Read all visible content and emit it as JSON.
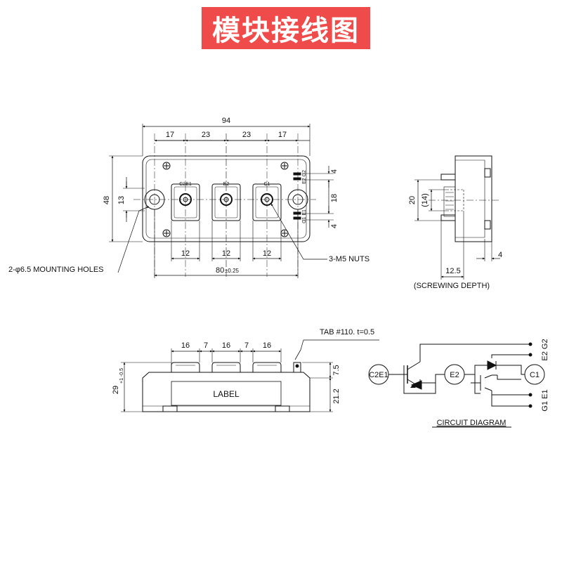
{
  "title": "模块接线图",
  "top_view": {
    "width_total": "94",
    "seg_1": "17",
    "seg_2": "23",
    "seg_3": "23",
    "seg_4": "17",
    "height_48": "48",
    "height_13": "13",
    "right_4a": "4",
    "right_18": "18",
    "right_4b": "4",
    "term_pitch_1": "12",
    "term_pitch_2": "12",
    "term_pitch_3": "12",
    "mount_distance": "80",
    "mount_tolerance": "±0.25",
    "label_mounting_holes": "2-φ6.5 MOUNTING HOLES",
    "label_nuts": "3-M5 NUTS",
    "term_c2e1": "C2E1",
    "term_e2": "E2",
    "term_c1": "C1",
    "tab_e2g2": "E2 G2",
    "tab_g1e1": "G1 E1"
  },
  "side_view": {
    "dim_20": "20",
    "dim_14": "(14)",
    "dim_12_5": "12.5",
    "dim_4": "4",
    "label_screwing_depth": "(SCREWING DEPTH)"
  },
  "front_view": {
    "seg_16a": "16",
    "seg_7a": "7",
    "seg_16b": "16",
    "seg_7b": "7",
    "seg_16c": "16",
    "tab_label": "TAB #110. t=0.5",
    "dim_7_5": "7.5",
    "dim_21_2": "21.2",
    "height_29": "29",
    "height_29_tol": "+1 -0.5",
    "label_text": "LABEL"
  },
  "circuit": {
    "node_c2e1": "C2E1",
    "node_e2": "E2",
    "node_c1": "C1",
    "label_e2g2": "E2 G2",
    "label_g1e1": "G1 E1",
    "caption": "CIRCUIT DIAGRAM"
  }
}
